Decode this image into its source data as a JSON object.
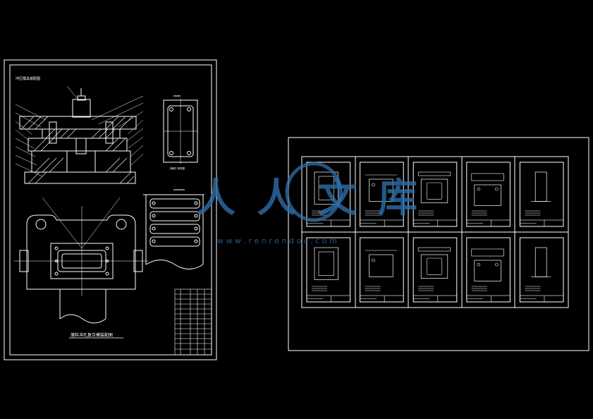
{
  "canvas": {
    "background": "#000000",
    "line_color": "#ffffff",
    "accent_color": "#3a8fd0"
  },
  "left_sheet": {
    "title": "冲压模具装配图",
    "main_caption": "落料冲孔复合模装配图",
    "side_caption": "冲裁件 排样图",
    "part_icon": "cad-assembly-drawing"
  },
  "right_sheet": {
    "rows": 2,
    "cols": 5,
    "part_icon": "cad-part-drawing"
  },
  "watermark": {
    "cn_text": "人人文库",
    "url_text": "w w w . r e n r e n d o c . c o m",
    "color": "#2e6fa8"
  }
}
